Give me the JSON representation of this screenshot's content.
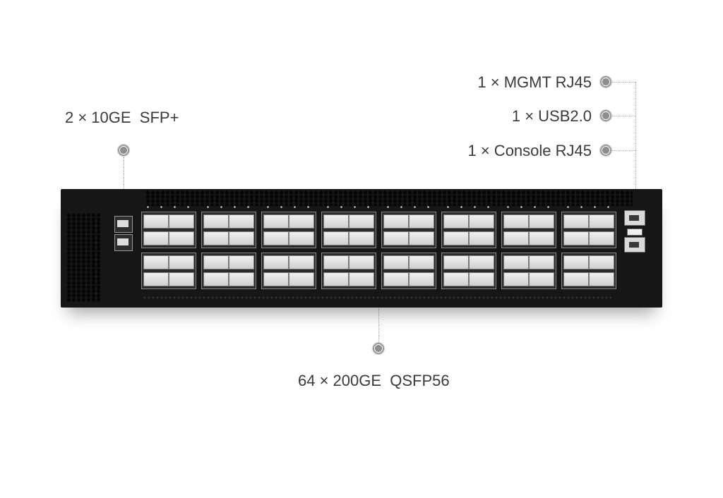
{
  "callouts": {
    "sfp_ports": "2 × 10GE  SFP+",
    "qsfp_ports": "64 × 200GE  QSFP56",
    "mgmt_port": "1 × MGMT RJ45",
    "usb_port": "1 × USB2.0",
    "console_port": "1 × Console RJ45"
  },
  "colors": {
    "chassis": "#161616",
    "label_text": "#3a3a3a",
    "marker": "#8e8e8e"
  }
}
